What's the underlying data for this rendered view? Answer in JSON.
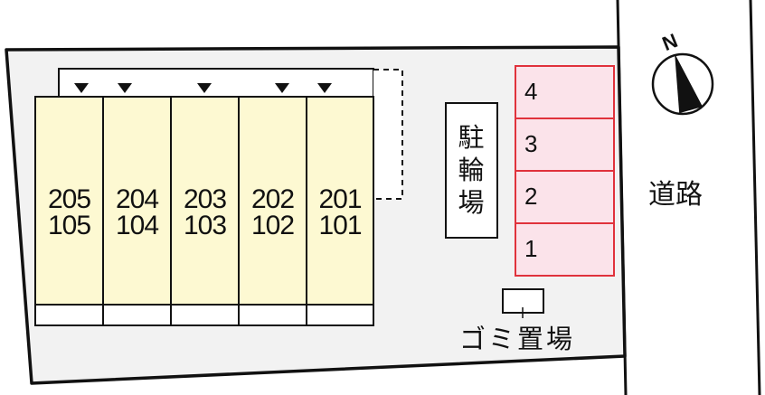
{
  "map": {
    "type": "site-layout",
    "colors": {
      "lot_fill": "#f2f2f2",
      "unit_fill": "#fdf9d2",
      "parking_fill": "#fbe3ea",
      "parking_border": "#e0323c",
      "line": "#111111",
      "road_fill": "#ffffff"
    }
  },
  "building": {
    "entrances_marker": "triangle-down",
    "entrance_count": 5,
    "units": [
      {
        "upper": "205",
        "lower": "105"
      },
      {
        "upper": "204",
        "lower": "104"
      },
      {
        "upper": "203",
        "lower": "103"
      },
      {
        "upper": "202",
        "lower": "102"
      },
      {
        "upper": "201",
        "lower": "101"
      }
    ]
  },
  "bicycle_parking": {
    "label": "駐輪場"
  },
  "parking": {
    "spaces": [
      "4",
      "3",
      "2",
      "1"
    ]
  },
  "trash": {
    "label": "ゴミ置場"
  },
  "road": {
    "label": "道路"
  },
  "compass": {
    "label": "N"
  }
}
